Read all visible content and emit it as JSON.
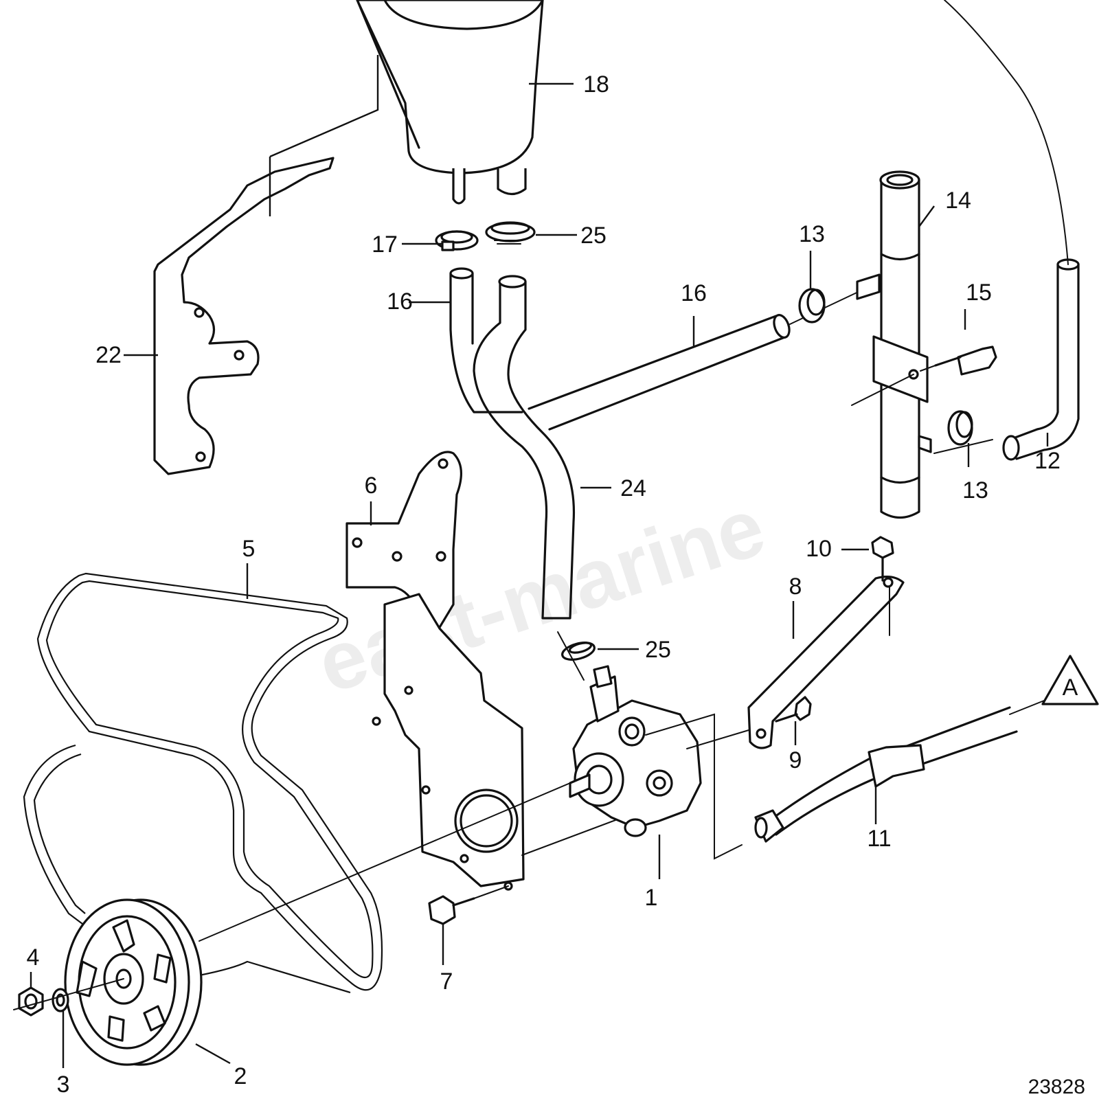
{
  "diagram": {
    "watermark": "east-marine",
    "reference_number": "23828",
    "connection_marker": "A",
    "callouts": [
      {
        "id": "c1",
        "label": "1"
      },
      {
        "id": "c2",
        "label": "2"
      },
      {
        "id": "c3",
        "label": "3"
      },
      {
        "id": "c4",
        "label": "4"
      },
      {
        "id": "c5",
        "label": "5"
      },
      {
        "id": "c6",
        "label": "6"
      },
      {
        "id": "c7",
        "label": "7"
      },
      {
        "id": "c8",
        "label": "8"
      },
      {
        "id": "c9",
        "label": "9"
      },
      {
        "id": "c10",
        "label": "10"
      },
      {
        "id": "c11",
        "label": "11"
      },
      {
        "id": "c12",
        "label": "12"
      },
      {
        "id": "c13a",
        "label": "13"
      },
      {
        "id": "c13b",
        "label": "13"
      },
      {
        "id": "c14",
        "label": "14"
      },
      {
        "id": "c15",
        "label": "15"
      },
      {
        "id": "c16a",
        "label": "16"
      },
      {
        "id": "c16b",
        "label": "16"
      },
      {
        "id": "c17",
        "label": "17"
      },
      {
        "id": "c18",
        "label": "18"
      },
      {
        "id": "c22",
        "label": "22"
      },
      {
        "id": "c24",
        "label": "24"
      },
      {
        "id": "c25a",
        "label": "25"
      },
      {
        "id": "c25b",
        "label": "25"
      }
    ]
  }
}
